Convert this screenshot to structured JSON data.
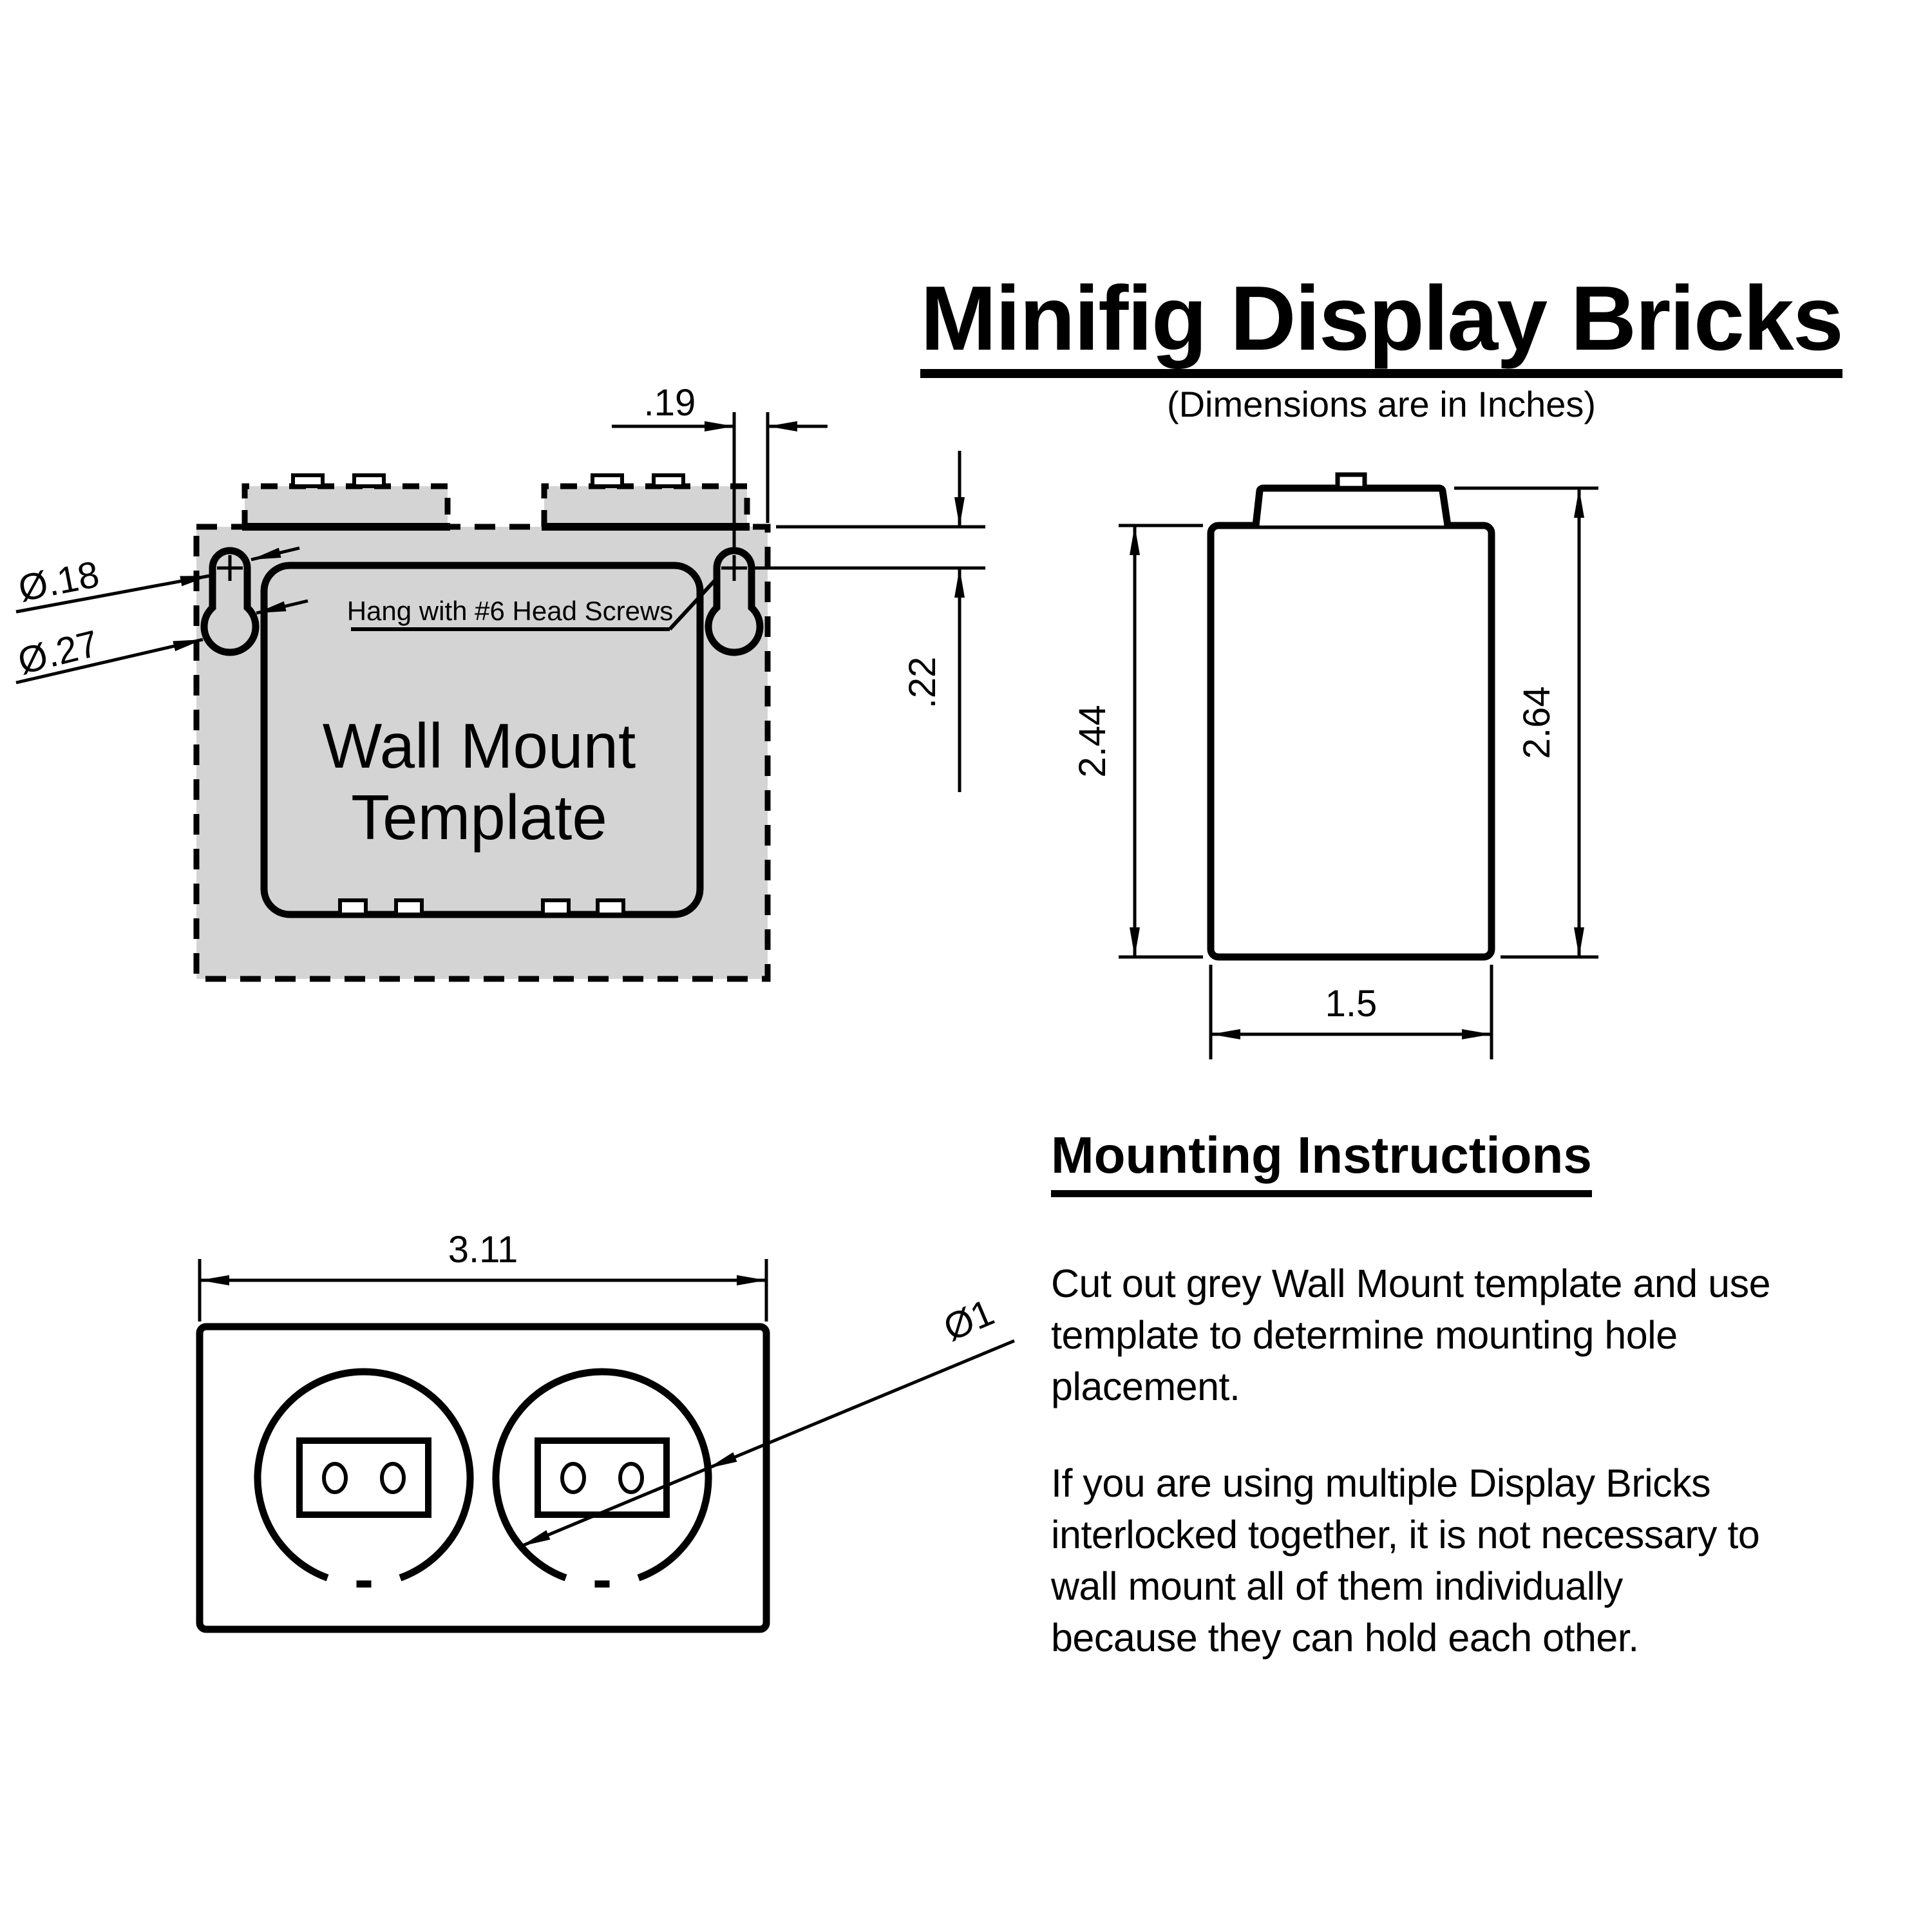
{
  "title": {
    "text": "Minifig Display Bricks",
    "subtitle": "(Dimensions are in Inches)"
  },
  "wall_mount_template": {
    "label_line1": "Wall Mount",
    "label_line2": "Template",
    "hang_note": "Hang with #6 Head Screws",
    "dims": {
      "small_hole_diameter": "Ø.18",
      "large_hole_diameter": "Ø.27",
      "hole_offset_horizontal": ".19",
      "hole_offset_vertical": ".22"
    }
  },
  "side_view": {
    "dims": {
      "body_height": "2.44",
      "total_height": "2.64",
      "width": "1.5"
    }
  },
  "bottom_view": {
    "dims": {
      "width": "3.11",
      "tube_diameter": "Ø1"
    }
  },
  "mounting_instructions": {
    "heading": "Mounting Instructions",
    "paragraph1_lines": [
      "Cut out grey Wall Mount template and use",
      "template to determine mounting hole",
      "placement."
    ],
    "paragraph2_lines": [
      "If you are using multiple Display Bricks",
      "interlocked together, it is not necessary to",
      "wall mount all of them individually",
      "because they can hold each other."
    ]
  },
  "colors": {
    "template_fill": "#d4d4d4",
    "line": "#000000"
  }
}
